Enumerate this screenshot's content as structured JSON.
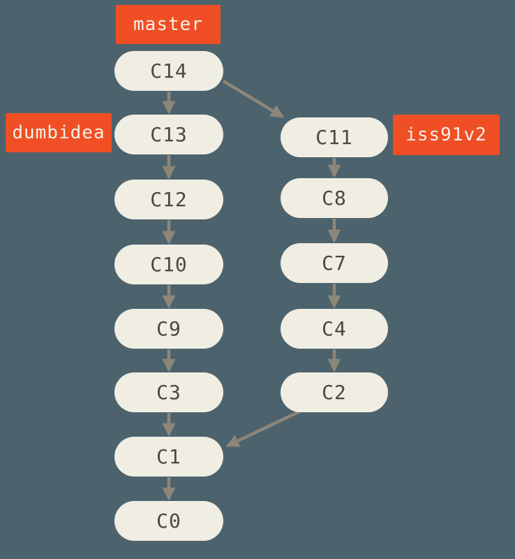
{
  "figure": {
    "type": "git-commit-history-diagram",
    "columns": 2
  },
  "colors": {
    "background": "#4C636D",
    "node_fill": "#F0EDE3",
    "node_text": "#4E473E",
    "arrow": "#8D8779",
    "branch_label_bg": "#F04E24",
    "branch_label_text": "#F5F1E8"
  },
  "branch_labels": [
    {
      "name": "master",
      "attached_to": "C14"
    },
    {
      "name": "dumbidea",
      "attached_to": "C13"
    },
    {
      "name": "iss91v2",
      "attached_to": "C11"
    }
  ],
  "nodes": [
    {
      "label": "C14",
      "column": "left",
      "row": 0
    },
    {
      "label": "C13",
      "column": "left",
      "row": 1
    },
    {
      "label": "C12",
      "column": "left",
      "row": 2
    },
    {
      "label": "C10",
      "column": "left",
      "row": 3
    },
    {
      "label": "C9",
      "column": "left",
      "row": 4
    },
    {
      "label": "C3",
      "column": "left",
      "row": 5
    },
    {
      "label": "C1",
      "column": "left",
      "row": 6
    },
    {
      "label": "C0",
      "column": "left",
      "row": 7
    },
    {
      "label": "C11",
      "column": "right",
      "row": 1
    },
    {
      "label": "C8",
      "column": "right",
      "row": 2
    },
    {
      "label": "C7",
      "column": "right",
      "row": 3
    },
    {
      "label": "C4",
      "column": "right",
      "row": 4
    },
    {
      "label": "C2",
      "column": "right",
      "row": 5
    }
  ],
  "edges": [
    {
      "from": "C14",
      "to": "C13"
    },
    {
      "from": "C13",
      "to": "C12"
    },
    {
      "from": "C12",
      "to": "C10"
    },
    {
      "from": "C10",
      "to": "C9"
    },
    {
      "from": "C9",
      "to": "C3"
    },
    {
      "from": "C3",
      "to": "C1"
    },
    {
      "from": "C1",
      "to": "C0"
    },
    {
      "from": "C14",
      "to": "C11"
    },
    {
      "from": "C11",
      "to": "C8"
    },
    {
      "from": "C8",
      "to": "C7"
    },
    {
      "from": "C7",
      "to": "C4"
    },
    {
      "from": "C4",
      "to": "C2"
    },
    {
      "from": "C2",
      "to": "C1"
    }
  ]
}
